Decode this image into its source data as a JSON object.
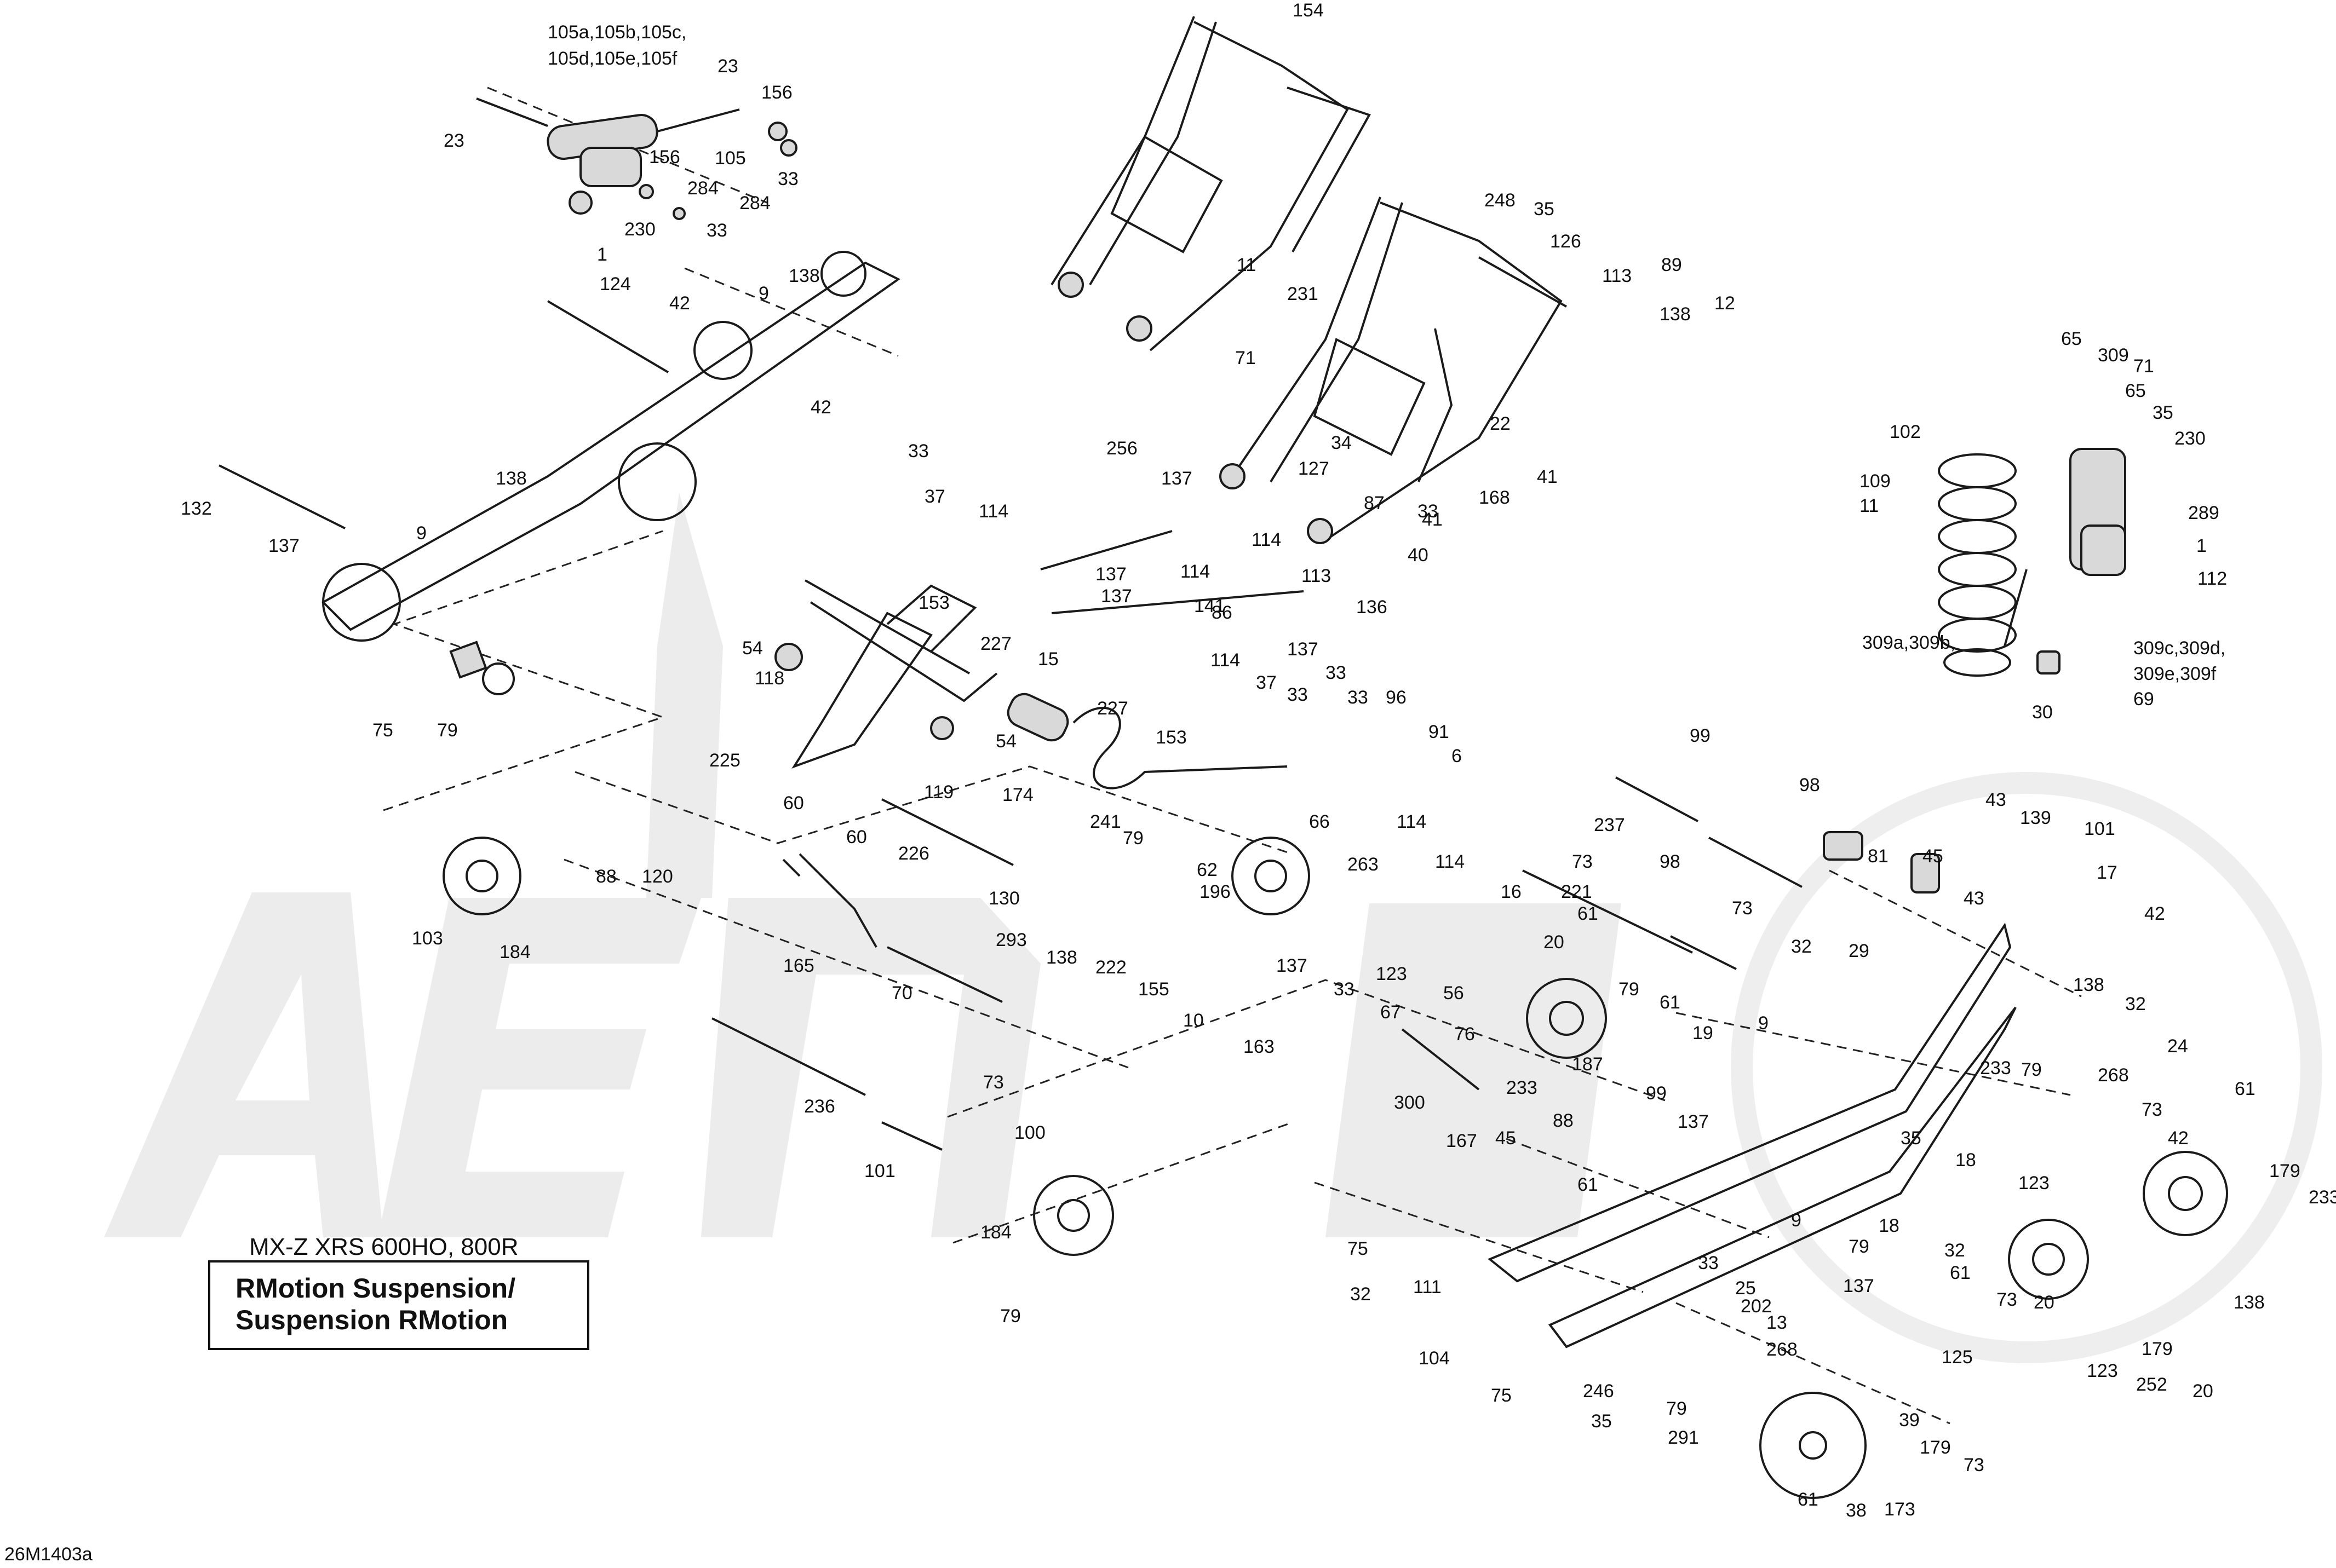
{
  "model_label": "MX-Z XRS 600HO, 800R",
  "title": {
    "line1": "RMotion Suspension/",
    "line2": "Suspension RMotion"
  },
  "drawing_code": "26M1403a",
  "callouts": [
    {
      "id": "c1",
      "text": "105a,105b,105c,"
    },
    {
      "id": "c2",
      "text": "105d,105e,105f"
    },
    {
      "id": "c3",
      "text": "23"
    },
    {
      "id": "c4",
      "text": "156"
    },
    {
      "id": "c5",
      "text": "23"
    },
    {
      "id": "c6",
      "text": "105"
    },
    {
      "id": "c7",
      "text": "33"
    },
    {
      "id": "c8",
      "text": "156"
    },
    {
      "id": "c9",
      "text": "284"
    },
    {
      "id": "c10",
      "text": "284"
    },
    {
      "id": "c11",
      "text": "230"
    },
    {
      "id": "c12",
      "text": "33"
    },
    {
      "id": "c13",
      "text": "1"
    },
    {
      "id": "c14",
      "text": "154"
    },
    {
      "id": "c15",
      "text": "248"
    },
    {
      "id": "c16",
      "text": "35"
    },
    {
      "id": "c17",
      "text": "126"
    },
    {
      "id": "c18",
      "text": "124"
    },
    {
      "id": "c19",
      "text": "9"
    },
    {
      "id": "c20",
      "text": "138"
    },
    {
      "id": "c21",
      "text": "42"
    },
    {
      "id": "c22",
      "text": "11"
    },
    {
      "id": "c23",
      "text": "231"
    },
    {
      "id": "c24",
      "text": "113"
    },
    {
      "id": "c25",
      "text": "89"
    },
    {
      "id": "c26",
      "text": "138"
    },
    {
      "id": "c27",
      "text": "12"
    },
    {
      "id": "c28",
      "text": "71"
    },
    {
      "id": "c29",
      "text": "42"
    },
    {
      "id": "c30",
      "text": "22"
    },
    {
      "id": "c31",
      "text": "34"
    },
    {
      "id": "c32",
      "text": "132"
    },
    {
      "id": "c33",
      "text": "138"
    },
    {
      "id": "c34",
      "text": "9"
    },
    {
      "id": "c35",
      "text": "137"
    },
    {
      "id": "c36",
      "text": "33"
    },
    {
      "id": "c37",
      "text": "256"
    },
    {
      "id": "c38",
      "text": "37"
    },
    {
      "id": "c39",
      "text": "137"
    },
    {
      "id": "c40",
      "text": "127"
    },
    {
      "id": "c41",
      "text": "87"
    },
    {
      "id": "c42",
      "text": "41"
    },
    {
      "id": "c43",
      "text": "168"
    },
    {
      "id": "c44",
      "text": "41"
    },
    {
      "id": "c45",
      "text": "33"
    },
    {
      "id": "c46",
      "text": "114"
    },
    {
      "id": "c47",
      "text": "114"
    },
    {
      "id": "c48",
      "text": "114"
    },
    {
      "id": "c49",
      "text": "40"
    },
    {
      "id": "c50",
      "text": "137"
    },
    {
      "id": "c51",
      "text": "153"
    },
    {
      "id": "c52",
      "text": "141"
    },
    {
      "id": "c53",
      "text": "86"
    },
    {
      "id": "c54",
      "text": "113"
    },
    {
      "id": "c55",
      "text": "136"
    },
    {
      "id": "c56",
      "text": "137"
    },
    {
      "id": "c57",
      "text": "227"
    },
    {
      "id": "c58",
      "text": "15"
    },
    {
      "id": "c59",
      "text": "137"
    },
    {
      "id": "c60",
      "text": "33"
    },
    {
      "id": "c61",
      "text": "54"
    },
    {
      "id": "c62",
      "text": "114"
    },
    {
      "id": "c63",
      "text": "118"
    },
    {
      "id": "c64",
      "text": "37"
    },
    {
      "id": "c65",
      "text": "33"
    },
    {
      "id": "c66",
      "text": "227"
    },
    {
      "id": "c67",
      "text": "153"
    },
    {
      "id": "c68",
      "text": "75"
    },
    {
      "id": "c69",
      "text": "79"
    },
    {
      "id": "c70",
      "text": "54"
    },
    {
      "id": "c71",
      "text": "225"
    },
    {
      "id": "c72",
      "text": "119"
    },
    {
      "id": "c73",
      "text": "174"
    },
    {
      "id": "c74",
      "text": "33"
    },
    {
      "id": "c75",
      "text": "96"
    },
    {
      "id": "c76",
      "text": "91"
    },
    {
      "id": "c77",
      "text": "6"
    },
    {
      "id": "c78",
      "text": "60"
    },
    {
      "id": "c79",
      "text": "241"
    },
    {
      "id": "c80",
      "text": "60"
    },
    {
      "id": "c81",
      "text": "226"
    },
    {
      "id": "c82",
      "text": "79"
    },
    {
      "id": "c83",
      "text": "62"
    },
    {
      "id": "c84",
      "text": "66"
    },
    {
      "id": "c85",
      "text": "114"
    },
    {
      "id": "c86",
      "text": "263"
    },
    {
      "id": "c87",
      "text": "114"
    },
    {
      "id": "c88",
      "text": "73"
    },
    {
      "id": "c89",
      "text": "88"
    },
    {
      "id": "c90",
      "text": "120"
    },
    {
      "id": "c91",
      "text": "130"
    },
    {
      "id": "c92",
      "text": "196"
    },
    {
      "id": "c93",
      "text": "221"
    },
    {
      "id": "c94",
      "text": "293"
    },
    {
      "id": "c95",
      "text": "138"
    },
    {
      "id": "c96",
      "text": "16"
    },
    {
      "id": "c97",
      "text": "61"
    },
    {
      "id": "c98",
      "text": "184"
    },
    {
      "id": "c99",
      "text": "103"
    },
    {
      "id": "c100",
      "text": "165"
    },
    {
      "id": "c101",
      "text": "222"
    },
    {
      "id": "c102",
      "text": "155"
    },
    {
      "id": "c103",
      "text": "137"
    },
    {
      "id": "c104",
      "text": "33"
    },
    {
      "id": "c105",
      "text": "123"
    },
    {
      "id": "c106",
      "text": "20"
    },
    {
      "id": "c107",
      "text": "56"
    },
    {
      "id": "c108",
      "text": "67"
    },
    {
      "id": "c109",
      "text": "70"
    },
    {
      "id": "c110",
      "text": "10"
    },
    {
      "id": "c111",
      "text": "163"
    },
    {
      "id": "c112",
      "text": "99"
    },
    {
      "id": "c113",
      "text": "98"
    },
    {
      "id": "c114",
      "text": "237"
    },
    {
      "id": "c115",
      "text": "98"
    },
    {
      "id": "c116",
      "text": "73"
    },
    {
      "id": "c117",
      "text": "79"
    },
    {
      "id": "c118",
      "text": "61"
    },
    {
      "id": "c119",
      "text": "187"
    },
    {
      "id": "c120",
      "text": "233"
    },
    {
      "id": "c121",
      "text": "19"
    },
    {
      "id": "c122",
      "text": "99"
    },
    {
      "id": "c123",
      "text": "76"
    },
    {
      "id": "c124",
      "text": "236"
    },
    {
      "id": "c125",
      "text": "137"
    },
    {
      "id": "c126",
      "text": "300"
    },
    {
      "id": "c127",
      "text": "88"
    },
    {
      "id": "c128",
      "text": "73"
    },
    {
      "id": "c129",
      "text": "100"
    },
    {
      "id": "c130",
      "text": "101"
    },
    {
      "id": "c131",
      "text": "167"
    },
    {
      "id": "c132",
      "text": "45"
    },
    {
      "id": "c133",
      "text": "61"
    },
    {
      "id": "c134",
      "text": "184"
    },
    {
      "id": "c135",
      "text": "79"
    },
    {
      "id": "c136",
      "text": "75"
    },
    {
      "id": "c137",
      "text": "32"
    },
    {
      "id": "c138",
      "text": "111"
    },
    {
      "id": "c139",
      "text": "102"
    },
    {
      "id": "c140",
      "text": "109"
    },
    {
      "id": "c141",
      "text": "11"
    },
    {
      "id": "c142",
      "text": "65"
    },
    {
      "id": "c143",
      "text": "309"
    },
    {
      "id": "c144",
      "text": "71"
    },
    {
      "id": "c145",
      "text": "65"
    },
    {
      "id": "c146",
      "text": "35"
    },
    {
      "id": "c147",
      "text": "230"
    },
    {
      "id": "c148",
      "text": "289"
    },
    {
      "id": "c149",
      "text": "1"
    },
    {
      "id": "c150",
      "text": "112"
    },
    {
      "id": "c151",
      "text": "309a,309b,"
    },
    {
      "id": "c152",
      "text": "309c,309d,"
    },
    {
      "id": "c153",
      "text": "309e,309f"
    },
    {
      "id": "c154",
      "text": "69"
    },
    {
      "id": "c155",
      "text": "30"
    },
    {
      "id": "c156",
      "text": "43"
    },
    {
      "id": "c157",
      "text": "139"
    },
    {
      "id": "c158",
      "text": "101"
    },
    {
      "id": "c159",
      "text": "81"
    },
    {
      "id": "c160",
      "text": "45"
    },
    {
      "id": "c161",
      "text": "43"
    },
    {
      "id": "c162",
      "text": "17"
    },
    {
      "id": "c163",
      "text": "42"
    },
    {
      "id": "c164",
      "text": "32"
    },
    {
      "id": "c165",
      "text": "29"
    },
    {
      "id": "c166",
      "text": "138"
    },
    {
      "id": "c167",
      "text": "32"
    },
    {
      "id": "c168",
      "text": "9"
    },
    {
      "id": "c169",
      "text": "24"
    },
    {
      "id": "c170",
      "text": "233"
    },
    {
      "id": "c171",
      "text": "79"
    },
    {
      "id": "c172",
      "text": "268"
    },
    {
      "id": "c173",
      "text": "61"
    },
    {
      "id": "c174",
      "text": "73"
    },
    {
      "id": "c175",
      "text": "42"
    },
    {
      "id": "c176",
      "text": "35"
    },
    {
      "id": "c177",
      "text": "18"
    },
    {
      "id": "c178",
      "text": "123"
    },
    {
      "id": "c179",
      "text": "179"
    },
    {
      "id": "c180",
      "text": "233"
    },
    {
      "id": "c181",
      "text": "18"
    },
    {
      "id": "c182",
      "text": "32"
    },
    {
      "id": "c183",
      "text": "79"
    },
    {
      "id": "c184",
      "text": "61"
    },
    {
      "id": "c185",
      "text": "73"
    },
    {
      "id": "c186",
      "text": "20"
    },
    {
      "id": "c187",
      "text": "138"
    },
    {
      "id": "c188",
      "text": "9"
    },
    {
      "id": "c189",
      "text": "137"
    },
    {
      "id": "c190",
      "text": "33"
    },
    {
      "id": "c191",
      "text": "25"
    },
    {
      "id": "c192",
      "text": "202"
    },
    {
      "id": "c193",
      "text": "13"
    },
    {
      "id": "c194",
      "text": "268"
    },
    {
      "id": "c195",
      "text": "123"
    },
    {
      "id": "c196",
      "text": "179"
    },
    {
      "id": "c197",
      "text": "20"
    },
    {
      "id": "c198",
      "text": "252"
    },
    {
      "id": "c199",
      "text": "104"
    },
    {
      "id": "c200",
      "text": "75"
    },
    {
      "id": "c201",
      "text": "246"
    },
    {
      "id": "c202",
      "text": "35"
    },
    {
      "id": "c203",
      "text": "79"
    },
    {
      "id": "c204",
      "text": "291"
    },
    {
      "id": "c205",
      "text": "125"
    },
    {
      "id": "c206",
      "text": "39"
    },
    {
      "id": "c207",
      "text": "179"
    },
    {
      "id": "c208",
      "text": "73"
    },
    {
      "id": "c209",
      "text": "61"
    },
    {
      "id": "c210",
      "text": "38"
    },
    {
      "id": "c211",
      "text": "173"
    }
  ]
}
